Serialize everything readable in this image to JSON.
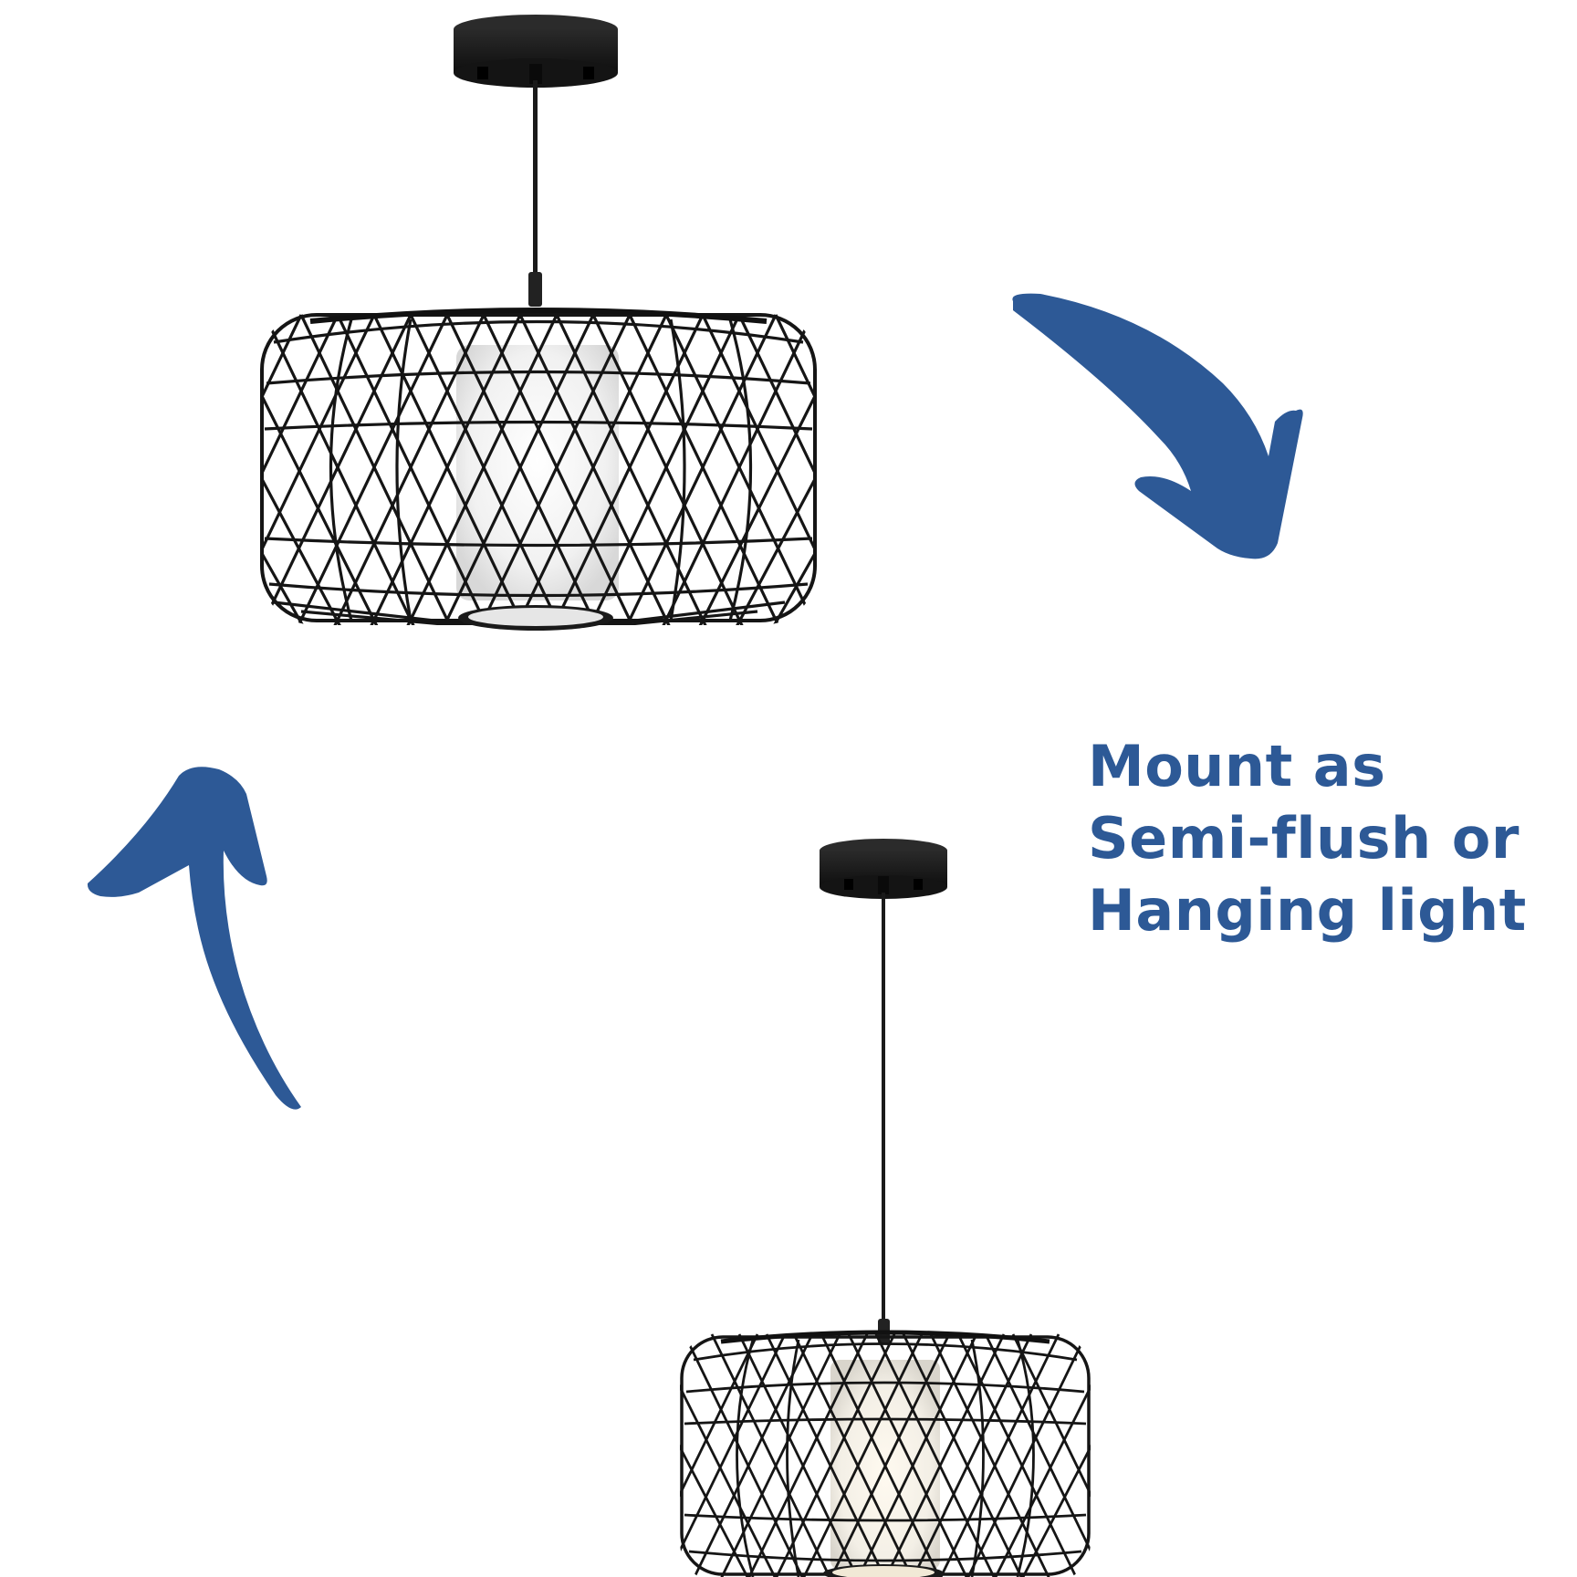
{
  "caption": {
    "lines": [
      "Mount as",
      "Semi-flush or",
      "Hanging light"
    ],
    "color": "#2d5996"
  },
  "colors": {
    "arrow": "#2d5996",
    "fixture": "#1a1a1a",
    "fixture_highlight": "#3a3a3a",
    "diffuser": "#f2f2f2",
    "background": "#ffffff"
  },
  "arrows": [
    {
      "name": "arrow-down-right",
      "direction": "down-right"
    },
    {
      "name": "arrow-up",
      "direction": "up"
    }
  ],
  "fixtures": [
    {
      "name": "semi-flush-fixture",
      "mount": "Semi-flush"
    },
    {
      "name": "hanging-fixture",
      "mount": "Hanging"
    }
  ]
}
